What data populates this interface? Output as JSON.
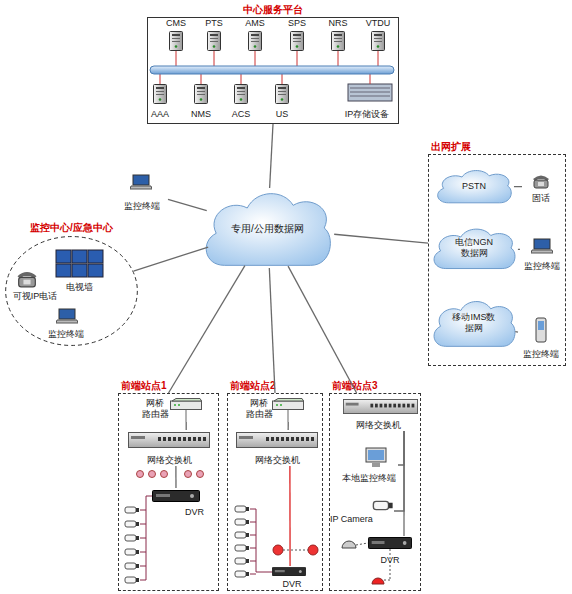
{
  "diagram": {
    "nodes": [
      {
        "text": [
          "中心服务平台"
        ]
      },
      {
        "text": [
          "CMS"
        ],
        "in": 0
      },
      {
        "text": [
          "PTS"
        ],
        "in": 0
      },
      {
        "text": [
          "AMS"
        ],
        "in": 0
      },
      {
        "text": [
          "SPS"
        ],
        "in": 0
      },
      {
        "text": [
          "NRS"
        ],
        "in": 0
      },
      {
        "text": [
          "VTDU"
        ],
        "in": 0
      },
      {
        "text": [
          "AAA"
        ],
        "in": 0
      },
      {
        "text": [
          "NMS"
        ],
        "in": 0
      },
      {
        "text": [
          "ACS"
        ],
        "in": 0
      },
      {
        "text": [
          "US"
        ],
        "in": 0
      },
      {
        "text": [
          "IP存储设备"
        ],
        "in": 0
      },
      {
        "text": [
          "监控终端"
        ]
      },
      {
        "text": [
          "专用/公用数据网"
        ]
      },
      {
        "text": [
          "监控中心/应急中心"
        ]
      },
      {
        "text": [
          "电视墙"
        ],
        "in": 14
      },
      {
        "text": [
          "可视IP电话"
        ],
        "in": 14
      },
      {
        "text": [
          "监控终端"
        ],
        "in": 14
      },
      {
        "text": [
          "出网扩展"
        ]
      },
      {
        "text": [
          "PSTN"
        ],
        "in": 18
      },
      {
        "text": [
          "固话"
        ],
        "in": 18
      },
      {
        "text": [
          "电信NGN 数据网"
        ],
        "in": 18
      },
      {
        "text": [
          "监控终端"
        ],
        "in": 18
      },
      {
        "text": [
          "移动IMS数 据网"
        ],
        "in": 18
      },
      {
        "text": [
          "监控终端"
        ],
        "in": 18
      },
      {
        "text": [
          "前端站点1"
        ]
      },
      {
        "text": [
          "网桥 路由器"
        ],
        "in": 25
      },
      {
        "text": [
          "网络交换机"
        ],
        "in": 25
      },
      {
        "text": [
          "DVR"
        ],
        "in": 25
      },
      {
        "text": [
          "前端站点2"
        ]
      },
      {
        "text": [
          "网桥 路由器"
        ],
        "in": 29
      },
      {
        "text": [
          "网络交换机"
        ],
        "in": 29
      },
      {
        "text": [
          "DVR"
        ],
        "in": 29
      },
      {
        "text": [
          "前端站点3"
        ]
      },
      {
        "text": [
          "网络交换机"
        ],
        "in": 33
      },
      {
        "text": [
          "本地监控终端"
        ],
        "in": 33
      },
      {
        "text": [
          "IP Camera"
        ],
        "in": 33
      },
      {
        "text": [
          "DVR"
        ],
        "in": 33
      }
    ],
    "edges": [
      {
        "from": 13,
        "to": 0,
        "arrow": "none"
      },
      {
        "from": 13,
        "to": 12,
        "arrow": "none"
      },
      {
        "from": 13,
        "to": 14,
        "arrow": "none"
      },
      {
        "from": 13,
        "to": 18,
        "arrow": "none"
      },
      {
        "from": 13,
        "to": 25,
        "arrow": "none"
      },
      {
        "from": 13,
        "to": 29,
        "arrow": "none"
      },
      {
        "from": 13,
        "to": 33,
        "arrow": "none"
      },
      {
        "from": 19,
        "to": 20,
        "arrow": "none"
      },
      {
        "from": 21,
        "to": 22,
        "arrow": "none"
      },
      {
        "from": 23,
        "to": 24,
        "arrow": "none"
      },
      {
        "from": 26,
        "to": 27,
        "arrow": "none"
      },
      {
        "from": 27,
        "to": 28,
        "arrow": "none"
      },
      {
        "from": 30,
        "to": 31,
        "arrow": "none"
      },
      {
        "from": 31,
        "to": 32,
        "arrow": "none"
      },
      {
        "from": 34,
        "to": 35,
        "arrow": "none"
      },
      {
        "from": 34,
        "to": 36,
        "arrow": "none"
      },
      {
        "from": 34,
        "to": 37,
        "arrow": "none"
      }
    ]
  }
}
